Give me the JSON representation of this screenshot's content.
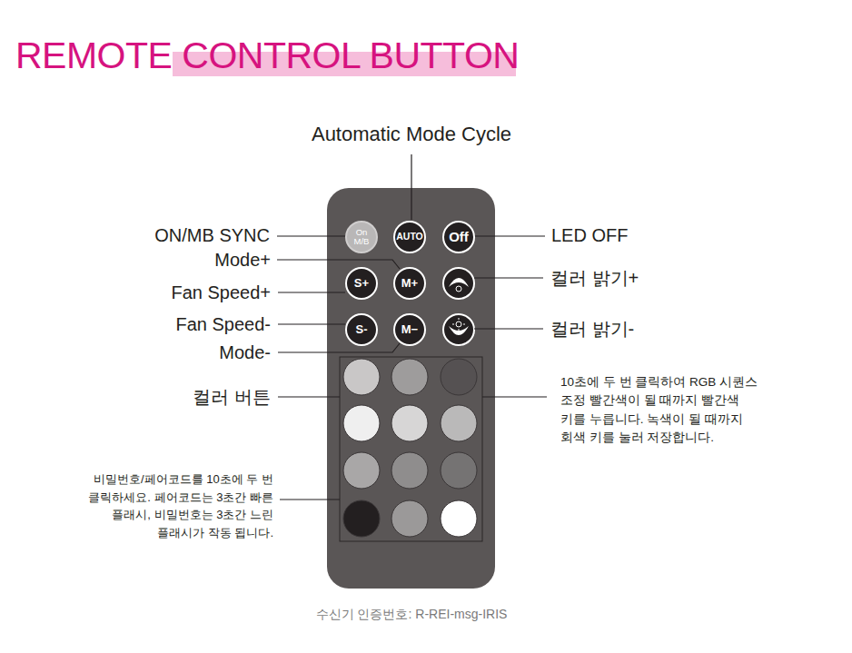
{
  "diagram": {
    "title": "REMOTE CONTROL BUTTON",
    "caption": "수신기 인증번호: R-REI-msg-IRIS",
    "nodes": [
      {
        "text": [
          "On M/B"
        ]
      },
      {
        "text": [
          "AUTO"
        ]
      },
      {
        "text": [
          "Off"
        ]
      },
      {
        "text": [
          "S+"
        ]
      },
      {
        "text": [
          "M+"
        ]
      },
      {
        "text": [
          "S-"
        ]
      },
      {
        "text": [
          "M−"
        ]
      }
    ],
    "labels": [
      "Automatic Mode Cycle",
      "ON/MB SYNC",
      "Mode+",
      "Fan Speed+",
      "Fan Speed-",
      "Mode-",
      "컬러 버튼",
      "비밀번호/페어코드를 10초에 두 번 클릭하세요. 페어코드는 3초간 빠른 플래시, 비밀번호는 3초간 느린 플래시가 작동 됩니다.",
      "LED OFF",
      "컬러 밝기+",
      "컬러 밝기-",
      "10초에 두 번 클릭하여 RGB 시퀀스 조정 빨간색이 될 때까지 빨간색 키를 누릅니다. 녹색이 될 때까지 회색 키를 눌러 저장합니다."
    ]
  }
}
